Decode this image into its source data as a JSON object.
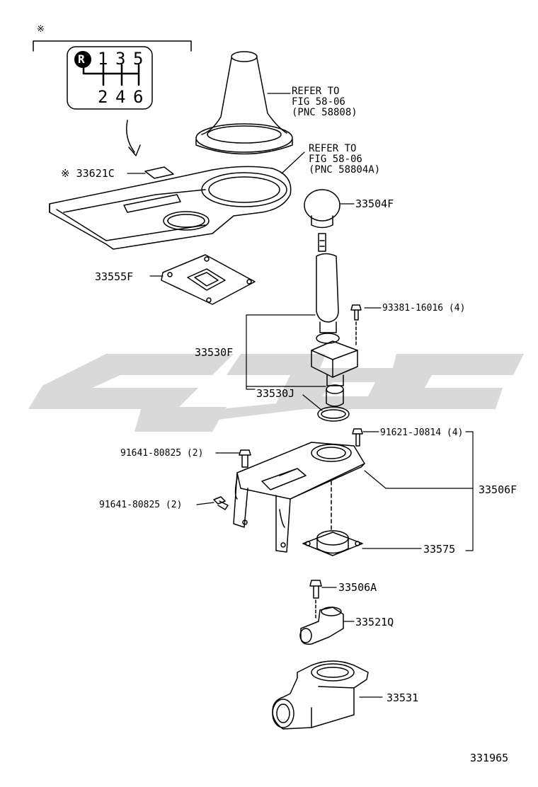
{
  "gear_pattern": {
    "note_mark": "※",
    "reverse": "R",
    "top_gears": [
      "1",
      "3",
      "5"
    ],
    "bottom_gears": [
      "2",
      "4",
      "6"
    ]
  },
  "references": [
    {
      "lines": [
        "REFER TO",
        "FIG 58-06",
        "(PNC 58808)"
      ]
    },
    {
      "lines": [
        "REFER TO",
        "FIG 58-06",
        "(PNC 58804A)"
      ]
    }
  ],
  "parts": {
    "p33621c": "※ 33621C",
    "p33504f": "33504F",
    "p33555f": "33555F",
    "p93381": "93381-16016 (4)",
    "p33530f": "33530F",
    "p33530j": "33530J",
    "p91621": "91621-J0814 (4)",
    "p91641a": "91641-80825 (2)",
    "p91641b": "91641-80825 (2)",
    "p33506f": "33506F",
    "p33575": "33575",
    "p33506a": "33506A",
    "p33521q": "33521Q",
    "p33531": "33531"
  },
  "figure_number": "331965",
  "colors": {
    "line": "#000000",
    "watermark": "#d9d9d9"
  }
}
